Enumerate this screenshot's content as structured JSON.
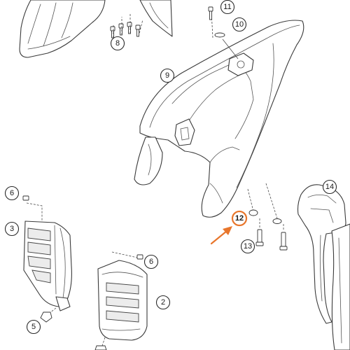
{
  "callouts": [
    {
      "label": "11"
    },
    {
      "label": "10"
    },
    {
      "label": "8"
    },
    {
      "label": "9"
    },
    {
      "label": "14"
    },
    {
      "label": "6"
    },
    {
      "label": "3"
    },
    {
      "label": "12"
    },
    {
      "label": "13"
    },
    {
      "label": "6"
    },
    {
      "label": "2"
    },
    {
      "label": "5"
    }
  ],
  "highlight": {
    "label": "12",
    "color": "#e8762c"
  },
  "colors": {
    "line": "#3a3a3a",
    "accent": "#e8762c",
    "background": "#ffffff"
  }
}
